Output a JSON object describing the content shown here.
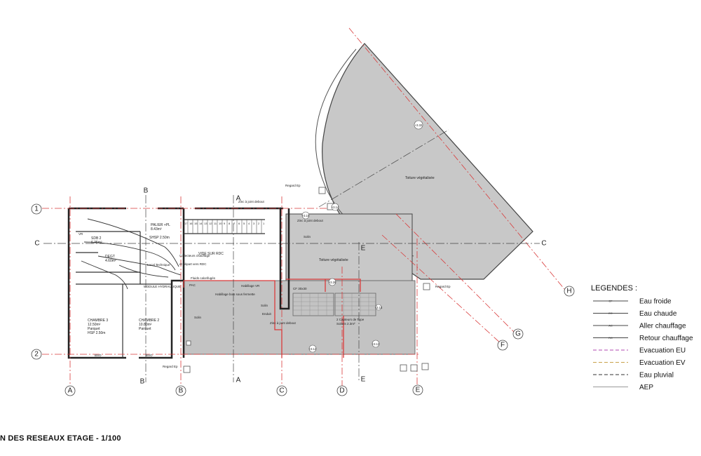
{
  "drawing": {
    "title": "N DES RESEAUX  ETAGE - 1/100"
  },
  "legend": {
    "title": "LEGENDES :",
    "items": [
      {
        "code": "EF",
        "label": "Eau froide",
        "color": "#444444",
        "dash": ""
      },
      {
        "code": "EC",
        "label": "Eau chaude",
        "color": "#444444",
        "dash": ""
      },
      {
        "code": "AC",
        "label": "Aller chauffage",
        "color": "#444444",
        "dash": ""
      },
      {
        "code": "RC",
        "label": "Retour chauffage",
        "color": "#444444",
        "dash": ""
      },
      {
        "code": "",
        "label": "Evacuation EU",
        "color": "#b04ab0",
        "dash": "5,3"
      },
      {
        "code": "",
        "label": "Evacuation EV",
        "color": "#c9a24a",
        "dash": "5,3"
      },
      {
        "code": "",
        "label": "Eau pluvial",
        "color": "#333333",
        "dash": "5,3"
      },
      {
        "code": "",
        "label": "AEP",
        "color": "#999999",
        "dash": ""
      }
    ]
  },
  "grid": {
    "rows": [
      "1",
      "2"
    ],
    "columns": [
      "A",
      "B",
      "C",
      "D",
      "E"
    ],
    "diagonals": [
      "F",
      "G",
      "H"
    ],
    "section_marks": [
      "C",
      "C",
      "B",
      "B",
      "A",
      "A",
      "E",
      "E"
    ]
  },
  "rooms": [
    {
      "name": "PALIER +PL",
      "area": "8.43m²"
    },
    {
      "name": "SDB 2",
      "area": "6.35m²"
    },
    {
      "name": "DEGT",
      "area": "4.60m²"
    },
    {
      "name": "SHSP 2.50m",
      "area": ""
    },
    {
      "name": "CHAMBRE 3",
      "area": "12.50m²",
      "floor": "Parquet",
      "height": "HSP 2.50m"
    },
    {
      "name": "CHAMBRE 2",
      "area": "10.80m²",
      "floor": "Parquet",
      "height": ""
    },
    {
      "name": "VIDE SUR RDC",
      "area": ""
    },
    {
      "name": "Toiture végétalisée",
      "area": ""
    },
    {
      "name": "Toiture végétalisée",
      "area": ""
    }
  ],
  "annotations": {
    "local_tech": "Local Technique",
    "module": "MODULE HYDRAULIQUE",
    "collecteurs": "Collecteurs chauffage",
    "depart": "et départ vers RDC",
    "pac": "PAC",
    "zinc_top": "Zinc à joint debout",
    "zinc_mid": "Zinc à joint debout",
    "zinc_low": "Zinc à joint debout",
    "habillage_vr": "Habillage VR",
    "habillage_bois": "Habillage bois sous fermette",
    "fluids": "Fluids calorifugés",
    "solin_1": "Solin",
    "solin_2": "Solin",
    "solin_3": "Solin",
    "enduit": "Enduit",
    "capteurs": "2 Capteurs de Type",
    "solaris": "Solaris 2.3m²",
    "regard_1": "Regard Ep",
    "regard_2": "Regard Ep",
    "regard_3": "Regard Ep",
    "cf": "CF 30x30",
    "vr": "VR",
    "bso_1": "BSO",
    "bso_2": "BSO",
    "stairs": [
      "17",
      "16",
      "15",
      "14",
      "13",
      "12",
      "11",
      "10",
      "9",
      "8",
      "7",
      "6",
      "5",
      "4",
      "3",
      "2",
      "1"
    ]
  },
  "levels": [
    "+3.32",
    "+3.15",
    "+3.14",
    "+3.26",
    "+3.14",
    "+3.13",
    "+3.14"
  ]
}
